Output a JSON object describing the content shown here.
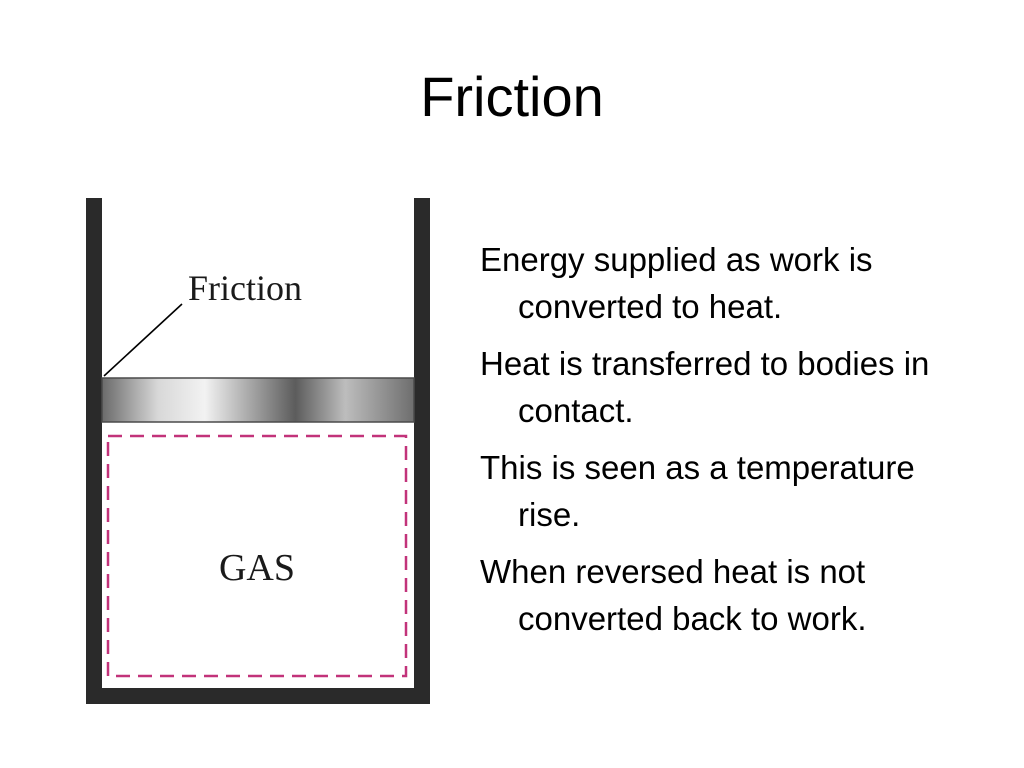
{
  "slide": {
    "title": "Friction"
  },
  "figure": {
    "friction_label": "Friction",
    "gas_label": "GAS",
    "colors": {
      "wall": "#2a2a2a",
      "boundary": "#c2337a",
      "piston_dark": "#5a5a5a",
      "piston_light": "#e8e8e8"
    }
  },
  "bullets": [
    "Energy supplied as work is converted to heat.",
    "Heat is transferred to bodies in contact.",
    "This is seen as a temperature rise.",
    "When reversed heat is not converted back to work."
  ]
}
